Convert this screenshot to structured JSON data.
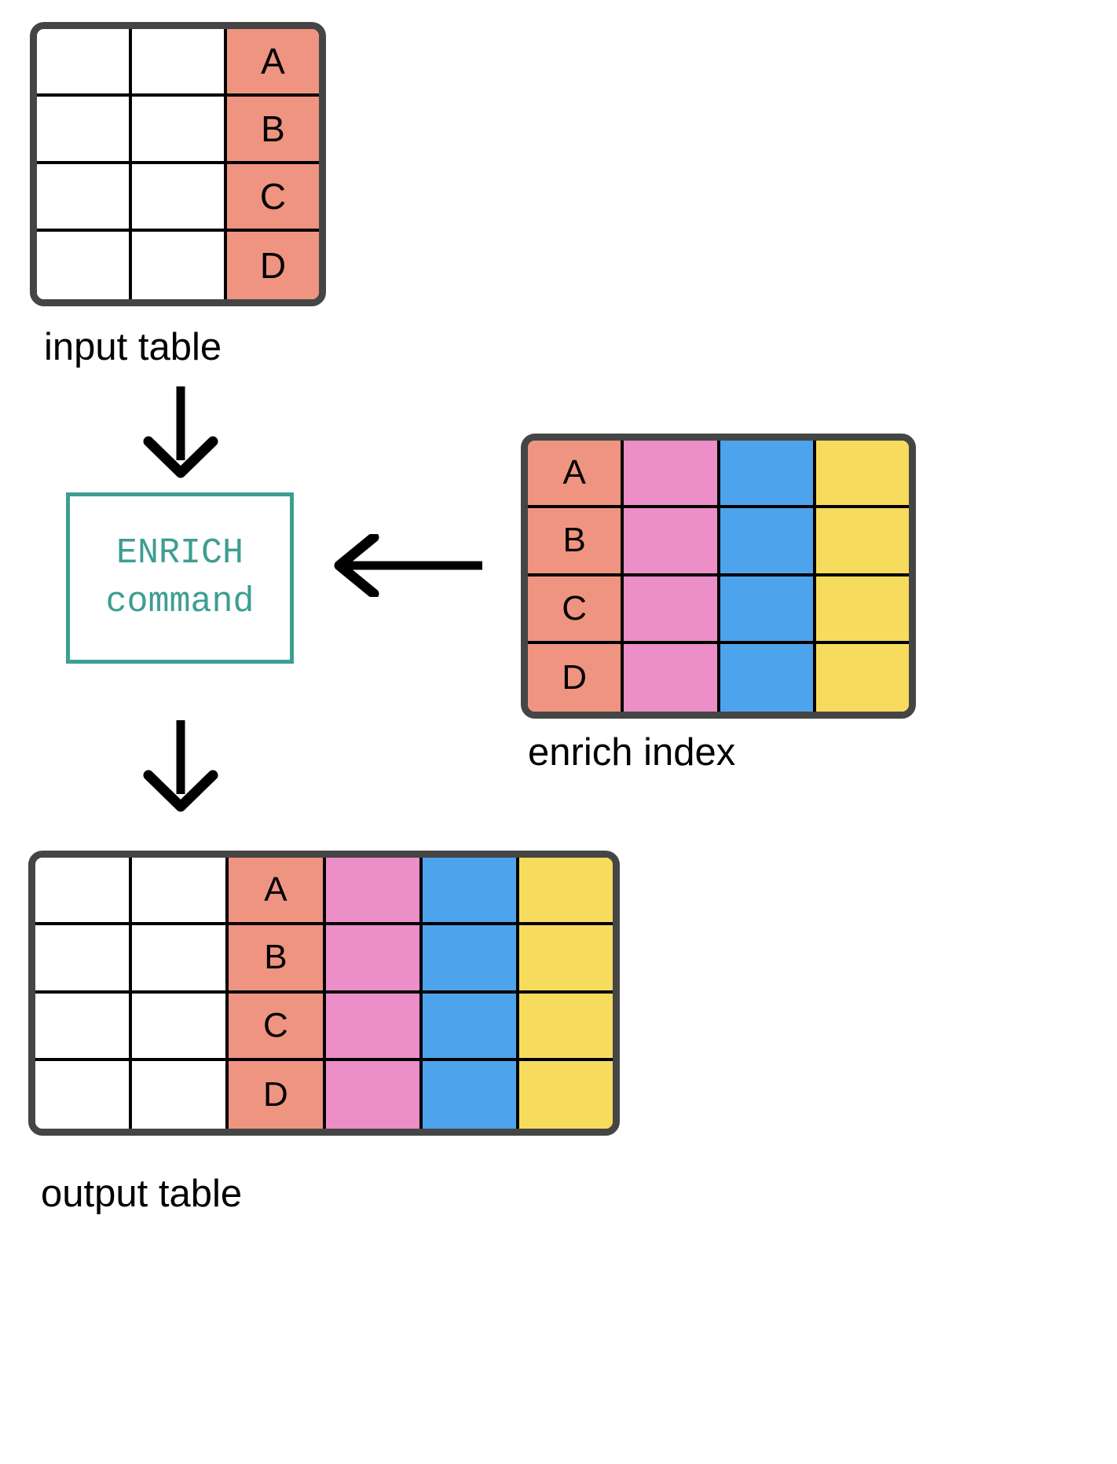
{
  "diagram": {
    "title": "ENRICH command data flow",
    "type": "flow-diagram"
  },
  "colors": {
    "key_column": "#EF9481",
    "pink_column": "#EC8EC7",
    "blue_column": "#4DA3EC",
    "yellow_column": "#F7DB5C",
    "empty_cell": "#FFFFFF",
    "table_border": "#454545",
    "cell_border": "#000000",
    "command_accent": "#3D9E92",
    "arrow": "#000000",
    "background": "#FFFFFF"
  },
  "input_table": {
    "caption": "input table",
    "columns": 3,
    "rows": [
      {
        "cells": [
          {
            "text": "",
            "color": "empty_cell"
          },
          {
            "text": "",
            "color": "empty_cell"
          },
          {
            "text": "A",
            "color": "key_column"
          }
        ]
      },
      {
        "cells": [
          {
            "text": "",
            "color": "empty_cell"
          },
          {
            "text": "",
            "color": "empty_cell"
          },
          {
            "text": "B",
            "color": "key_column"
          }
        ]
      },
      {
        "cells": [
          {
            "text": "",
            "color": "empty_cell"
          },
          {
            "text": "",
            "color": "empty_cell"
          },
          {
            "text": "C",
            "color": "key_column"
          }
        ]
      },
      {
        "cells": [
          {
            "text": "",
            "color": "empty_cell"
          },
          {
            "text": "",
            "color": "empty_cell"
          },
          {
            "text": "D",
            "color": "key_column"
          }
        ]
      }
    ]
  },
  "enrich_index_table": {
    "caption": "enrich index",
    "columns": 4,
    "rows": [
      {
        "cells": [
          {
            "text": "A",
            "color": "key_column"
          },
          {
            "text": "",
            "color": "pink_column"
          },
          {
            "text": "",
            "color": "blue_column"
          },
          {
            "text": "",
            "color": "yellow_column"
          }
        ]
      },
      {
        "cells": [
          {
            "text": "B",
            "color": "key_column"
          },
          {
            "text": "",
            "color": "pink_column"
          },
          {
            "text": "",
            "color": "blue_column"
          },
          {
            "text": "",
            "color": "yellow_column"
          }
        ]
      },
      {
        "cells": [
          {
            "text": "C",
            "color": "key_column"
          },
          {
            "text": "",
            "color": "pink_column"
          },
          {
            "text": "",
            "color": "blue_column"
          },
          {
            "text": "",
            "color": "yellow_column"
          }
        ]
      },
      {
        "cells": [
          {
            "text": "D",
            "color": "key_column"
          },
          {
            "text": "",
            "color": "pink_column"
          },
          {
            "text": "",
            "color": "blue_column"
          },
          {
            "text": "",
            "color": "yellow_column"
          }
        ]
      }
    ]
  },
  "output_table": {
    "caption": "output table",
    "columns": 6,
    "rows": [
      {
        "cells": [
          {
            "text": "",
            "color": "empty_cell"
          },
          {
            "text": "",
            "color": "empty_cell"
          },
          {
            "text": "A",
            "color": "key_column"
          },
          {
            "text": "",
            "color": "pink_column"
          },
          {
            "text": "",
            "color": "blue_column"
          },
          {
            "text": "",
            "color": "yellow_column"
          }
        ]
      },
      {
        "cells": [
          {
            "text": "",
            "color": "empty_cell"
          },
          {
            "text": "",
            "color": "empty_cell"
          },
          {
            "text": "B",
            "color": "key_column"
          },
          {
            "text": "",
            "color": "pink_column"
          },
          {
            "text": "",
            "color": "blue_column"
          },
          {
            "text": "",
            "color": "yellow_column"
          }
        ]
      },
      {
        "cells": [
          {
            "text": "",
            "color": "empty_cell"
          },
          {
            "text": "",
            "color": "empty_cell"
          },
          {
            "text": "C",
            "color": "key_column"
          },
          {
            "text": "",
            "color": "pink_column"
          },
          {
            "text": "",
            "color": "blue_column"
          },
          {
            "text": "",
            "color": "yellow_column"
          }
        ]
      },
      {
        "cells": [
          {
            "text": "",
            "color": "empty_cell"
          },
          {
            "text": "",
            "color": "empty_cell"
          },
          {
            "text": "D",
            "color": "key_column"
          },
          {
            "text": "",
            "color": "pink_column"
          },
          {
            "text": "",
            "color": "blue_column"
          },
          {
            "text": "",
            "color": "yellow_column"
          }
        ]
      }
    ]
  },
  "command_box": {
    "line1": "ENRICH",
    "line2": "command"
  },
  "arrows": [
    {
      "name": "arrow-input-to-command",
      "direction": "down"
    },
    {
      "name": "arrow-index-to-command",
      "direction": "left"
    },
    {
      "name": "arrow-command-to-output",
      "direction": "down"
    }
  ]
}
